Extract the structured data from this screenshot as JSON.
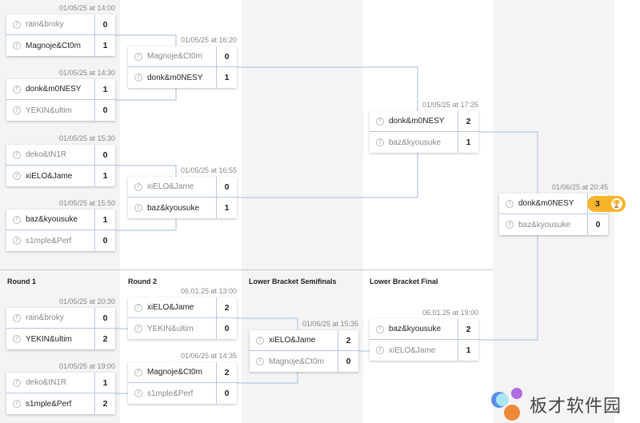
{
  "headers": [
    "Round 1",
    "Round 2",
    "Lower Bracket Semifinals",
    "Lower Bracket Final"
  ],
  "upper": [
    {
      "time": "01/05/25 at 14:00",
      "teams": [
        {
          "name": "rain&broky",
          "score": "0",
          "win": false
        },
        {
          "name": "Magnoje&Ct0m",
          "score": "1",
          "win": true
        }
      ]
    },
    {
      "time": "01/05/25 at 14:30",
      "teams": [
        {
          "name": "donk&m0NESY",
          "score": "1",
          "win": true
        },
        {
          "name": "YEKIN&ultim",
          "score": "0",
          "win": false
        }
      ]
    },
    {
      "time": "01/05/25 at 15:30",
      "teams": [
        {
          "name": "deko&tN1R",
          "score": "0",
          "win": false
        },
        {
          "name": "xiELO&Jame",
          "score": "1",
          "win": true
        }
      ]
    },
    {
      "time": "01/05/25 at 15:50",
      "teams": [
        {
          "name": "baz&kyousuke",
          "score": "1",
          "win": true
        },
        {
          "name": "s1mple&Perf",
          "score": "0",
          "win": false
        }
      ]
    },
    {
      "time": "01/05/25 at 16:20",
      "teams": [
        {
          "name": "Magnoje&Ct0m",
          "score": "0",
          "win": false
        },
        {
          "name": "donk&m0NESY",
          "score": "1",
          "win": true
        }
      ]
    },
    {
      "time": "01/05/25 at 16:55",
      "teams": [
        {
          "name": "xiELO&Jame",
          "score": "0",
          "win": false
        },
        {
          "name": "baz&kyousuke",
          "score": "1",
          "win": true
        }
      ]
    },
    {
      "time": "01/05/25 at 17:25",
      "teams": [
        {
          "name": "donk&m0NESY",
          "score": "2",
          "win": true
        },
        {
          "name": "baz&kyousuke",
          "score": "1",
          "win": false
        }
      ]
    }
  ],
  "final": {
    "time": "01/06/25 at 20:45",
    "teams": [
      {
        "name": "donk&m0NESY",
        "score": "3",
        "win": true
      },
      {
        "name": "baz&kyousuke",
        "score": "0",
        "win": false
      }
    ],
    "trophy_icon": "trophy-icon"
  },
  "lower": [
    {
      "time": "01/05/25 at 20:30",
      "teams": [
        {
          "name": "rain&broky",
          "score": "0",
          "win": false
        },
        {
          "name": "YEKIN&ultim",
          "score": "2",
          "win": true
        }
      ]
    },
    {
      "time": "01/05/25 at 19:00",
      "teams": [
        {
          "name": "deko&tN1R",
          "score": "1",
          "win": false
        },
        {
          "name": "s1mple&Perf",
          "score": "2",
          "win": true
        }
      ]
    },
    {
      "time": "06.01.25 at 13:00",
      "teams": [
        {
          "name": "xiELO&Jame",
          "score": "2",
          "win": true
        },
        {
          "name": "YEKIN&ultim",
          "score": "0",
          "win": false
        }
      ]
    },
    {
      "time": "01/06/25 at 14:35",
      "teams": [
        {
          "name": "Magnoje&Ct0m",
          "score": "2",
          "win": true
        },
        {
          "name": "s1mple&Perf",
          "score": "0",
          "win": false
        }
      ]
    },
    {
      "time": "01/06/25 at 15:35",
      "teams": [
        {
          "name": "xiELO&Jame",
          "score": "2",
          "win": true
        },
        {
          "name": "Magnoje&Ct0m",
          "score": "0",
          "win": false
        }
      ]
    },
    {
      "time": "06.01.25 at 19:00",
      "teams": [
        {
          "name": "baz&kyousuke",
          "score": "2",
          "win": true
        },
        {
          "name": "xiELO&Jame",
          "score": "1",
          "win": false
        }
      ]
    }
  ],
  "watermark": "板才软件园",
  "colors": {
    "accent": "#f7b52a",
    "line": "#b9c6e6",
    "band": "#f4f4f4"
  }
}
